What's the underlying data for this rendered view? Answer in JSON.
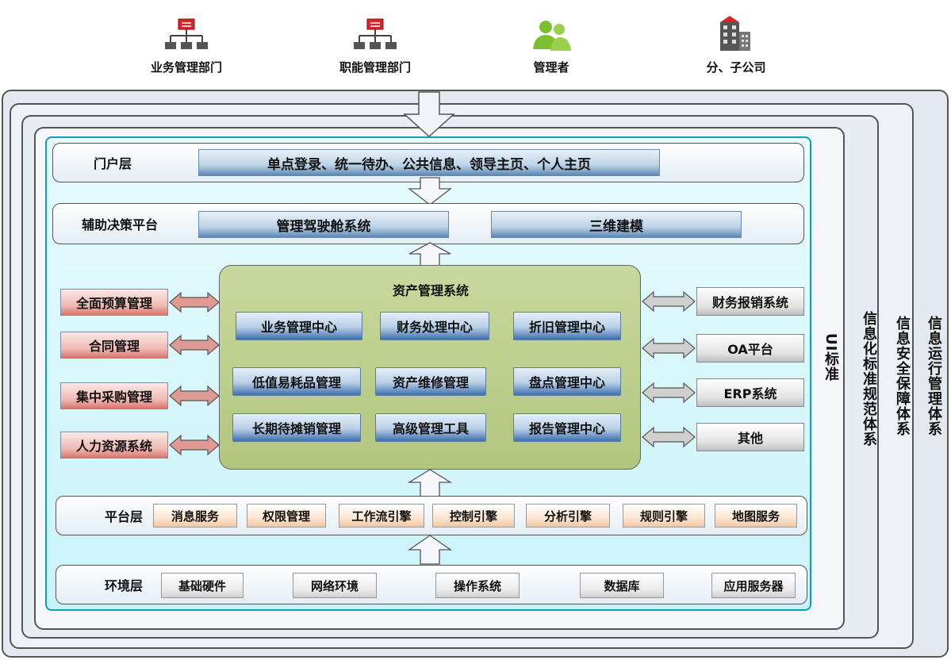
{
  "users": [
    {
      "label": "业务管理部门",
      "icon": "org-chart-icon"
    },
    {
      "label": "职能管理部门",
      "icon": "org-chart-icon"
    },
    {
      "label": "管理者",
      "icon": "users-icon"
    },
    {
      "label": "分、子公司",
      "icon": "building-icon"
    }
  ],
  "portal": {
    "label": "门户层",
    "content": "单点登录、统一待办、公共信息、领导主页、个人主页"
  },
  "decision": {
    "label": "辅助决策平台",
    "items": [
      "管理驾驶舱系统",
      "三维建模"
    ]
  },
  "core": {
    "title": "资产管理系统",
    "modules": [
      [
        "业务管理中心",
        "财务处理中心",
        "折旧管理中心"
      ],
      [
        "低值易耗品管理",
        "资产维修管理",
        "盘点管理中心"
      ],
      [
        "长期待摊销管理",
        "高级管理工具",
        "报告管理中心"
      ]
    ]
  },
  "left_systems": [
    "全面预算管理",
    "合同管理",
    "集中采购管理",
    "人力资源系统"
  ],
  "right_systems": [
    "财务报销系统",
    "OA平台",
    "ERP系统",
    "其他"
  ],
  "platform": {
    "label": "平台层",
    "items": [
      "消息服务",
      "权限管理",
      "工作流引擎",
      "控制引擎",
      "分析引擎",
      "规则引擎",
      "地图服务"
    ]
  },
  "environment": {
    "label": "环境层",
    "items": [
      "基础硬件",
      "网络环境",
      "操作系统",
      "数据库",
      "应用服务器"
    ]
  },
  "frames": [
    "UI标准",
    "信息化标准规范体系",
    "信息安全保障体系",
    "信息运行管理体系"
  ],
  "colors": {
    "accent_red": "#d7262b",
    "icon_green": "#7cbf2f",
    "core_green": "#b9ca86",
    "cyan_border": "#0aa0b8"
  }
}
